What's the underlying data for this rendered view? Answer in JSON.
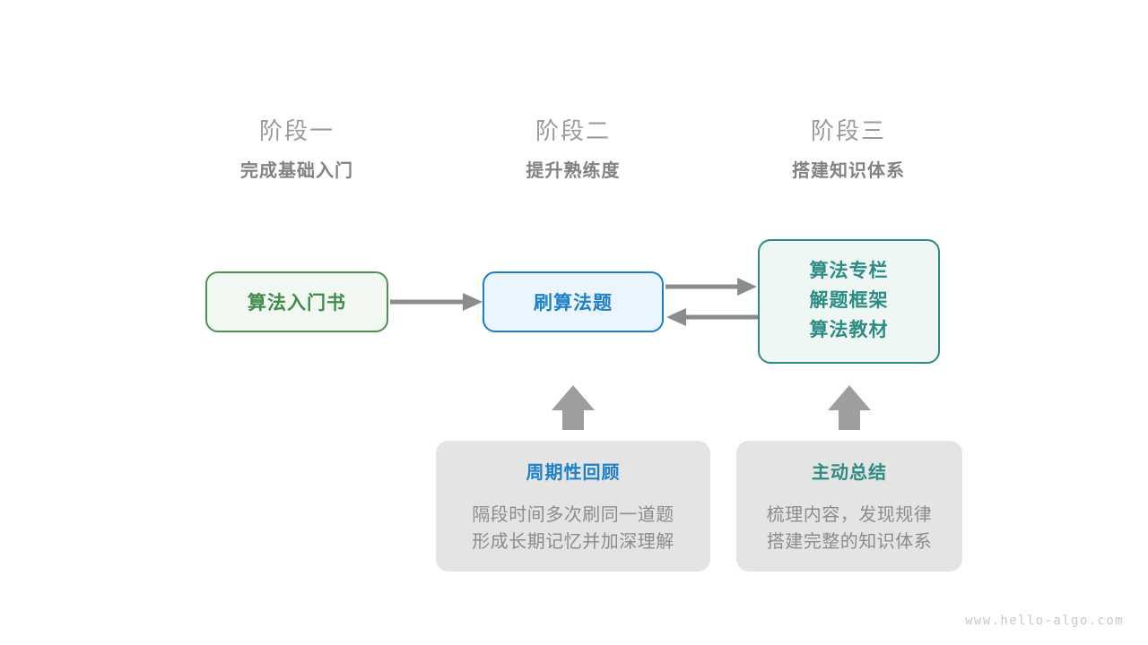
{
  "diagram": {
    "title_watermark": "www.hello-algo.com",
    "colors": {
      "green": "#4c9152",
      "green_fill": "#f1f8f1",
      "blue": "#1e7ec6",
      "blue_fill": "#eaf5fd",
      "teal": "#2e8b84",
      "teal_fill": "#eff7f4",
      "arrow_gray": "#8c8c8c",
      "card_gray": "#e4e4e4",
      "text_gray": "#8c8c8c",
      "stage_title_gray": "#9b9b9b",
      "stage_subtitle_gray": "#828282"
    },
    "stages": [
      {
        "title": "阶段一",
        "subtitle": "完成基础入门"
      },
      {
        "title": "阶段二",
        "subtitle": "提升熟练度"
      },
      {
        "title": "阶段三",
        "subtitle": "搭建知识体系"
      }
    ],
    "nodes": {
      "book": {
        "label": "算法入门书"
      },
      "practice": {
        "label": "刷算法题"
      },
      "resources": {
        "lines": [
          "算法专栏",
          "解题框架",
          "算法教材"
        ]
      }
    },
    "cards": [
      {
        "title": "周期性回顾",
        "body": "隔段时间多次刷同一道题\n形成长期记忆并加深理解"
      },
      {
        "title": "主动总结",
        "body": "梳理内容，发现规律\n搭建完整的知识体系"
      }
    ]
  }
}
